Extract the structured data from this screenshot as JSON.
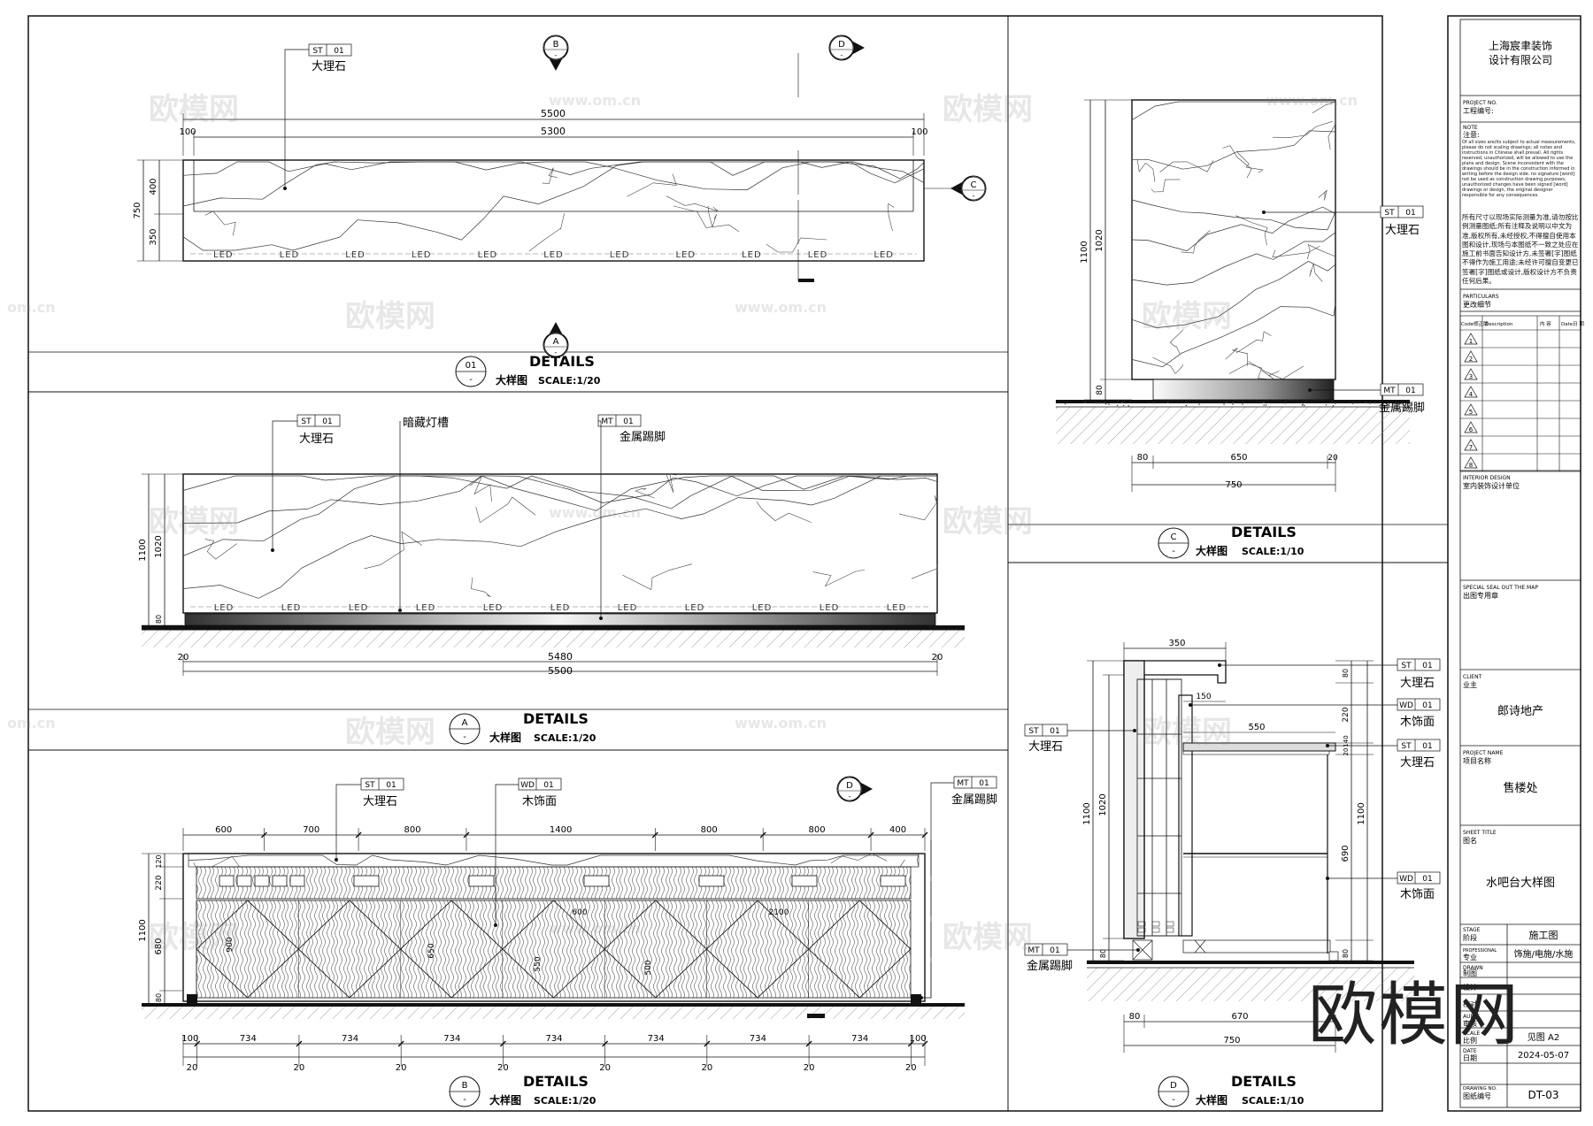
{
  "company": {
    "line1": "上海宸聿装饰",
    "line2": "设计有限公司"
  },
  "titleblock": {
    "project_no_en": "PROJECT NO.",
    "project_no_zh": "工程编号:",
    "note_en": "NOTE",
    "note_zh": "注意:",
    "note_body_en": "Of all sizes are/its subject to actual measurements, please do not scaling drawings; all notes and instructions in Chinese shall prevail. All rights reserved, unauthorized, will be allowed to use the plans and design. Scene inconsistent with the drawings should be in the construction informed in writing before the design side. no signature [word] not be used as construction drawing purposes; unauthorized changes have been signed [word] drawings or design, the original designer responsible for any consequences.",
    "note_body_zh": "所有尺寸以现场实际测量为准,请勿按比例测量图纸;所有注释及说明以中文为准,版权所有,未经授权,不得擅自使用本图和设计,现场与本图纸不一致之处应在施工前书面告知设计方,未签署[字]图纸不得作为施工用途;未经许可擅自变更已签署[字]图纸或设计,版权设计方不负责任何后果。",
    "particulars_en": "PARTICULARS",
    "particulars_zh": "更改细节",
    "rev_headers": [
      "Code修正版",
      "Description",
      "内 容",
      "Date日 期"
    ],
    "revs": [
      "1",
      "2",
      "3",
      "4",
      "5",
      "6",
      "7",
      "8"
    ],
    "interior_en": "INTERIOR DESIGN",
    "interior_zh": "室内装饰设计单位",
    "seal_en": "SPECIAL SEAL OUT THE MAP",
    "seal_zh": "出图专用章",
    "client_en": "CLIENT",
    "client_zh": "业主",
    "client_val": "郎诗地产",
    "project_en": "PROJECT NAME",
    "project_zh": "项目名称",
    "project_val": "售楼处",
    "sheet_en": "SHEET TITLE",
    "sheet_zh": "图名",
    "sheet_val": "水吧台大样图",
    "stage_en": "STAGE",
    "stage_zh": "阶段",
    "stage_val": "施工图",
    "prof_en": "PROFESSIONAL",
    "prof_zh": "专业",
    "prof_val": "饰施/电施/水施",
    "drawn_en": "DRAWN",
    "drawn_zh": "制图",
    "design_zh": "设计",
    "check_zh": "校对",
    "audit_en": "AUDIT",
    "audit_zh": "审核",
    "scale_en": "SCALE",
    "scale_zh": "比例",
    "scale_val": "见图 A2",
    "date_en": "DATE",
    "date_zh": "日期",
    "date_val": "2024-05-07",
    "dwgno_en": "DRAWING NO.",
    "dwgno_zh": "图纸编号",
    "dwgno_val": "DT-03"
  },
  "materials": {
    "st": "ST",
    "mt": "MT",
    "wd": "WD",
    "idx": "01",
    "marble": "大理石",
    "metal_kick": "金属踢脚",
    "wood": "木饰面",
    "hidden_light": "暗藏灯槽"
  },
  "led": "LED",
  "details": [
    {
      "id": "01",
      "title": "DETAILS",
      "sub": "大样图",
      "scale": "SCALE:1/20"
    },
    {
      "id": "A",
      "title": "DETAILS",
      "sub": "大样图",
      "scale": "SCALE:1/20"
    },
    {
      "id": "B",
      "title": "DETAILS",
      "sub": "大样图",
      "scale": "SCALE:1/20"
    },
    {
      "id": "C",
      "title": "DETAILS",
      "sub": "大样图",
      "scale": "SCALE:1/10"
    },
    {
      "id": "D",
      "title": "DETAILS",
      "sub": "大样图",
      "scale": "SCALE:1/10"
    }
  ],
  "sections": {
    "a": "A",
    "b": "B",
    "c": "C",
    "d": "D",
    "dash": "-"
  },
  "dims": {
    "p01": {
      "top": "5500",
      "mid": "5300",
      "left": "100",
      "right": "100",
      "h_total": "750",
      "h1": "400",
      "h2": "350"
    },
    "pA": {
      "h_total": "1100",
      "h1": "1020",
      "h2": "80",
      "w1": "5480",
      "w2": "5500",
      "e1": "20",
      "e2": "20"
    },
    "pB": {
      "top": [
        "600",
        "700",
        "800",
        "1400",
        "800",
        "800",
        "400"
      ],
      "bottom": [
        "100",
        "734",
        "734",
        "734",
        "734",
        "734",
        "734",
        "734",
        "100"
      ],
      "bottom_small": [
        "20",
        "20",
        "20",
        "20",
        "20",
        "20",
        "20",
        "20"
      ],
      "h_total": "1100",
      "h1": "220",
      "h2": "680",
      "h3": "80",
      "h4": "120",
      "inner": [
        "900",
        "650",
        "550",
        "500"
      ],
      "inner_w": [
        "600",
        "2100"
      ]
    },
    "pC": {
      "h_total": "1100",
      "h1": "1020",
      "h2": "80",
      "w1": "80",
      "w2": "650",
      "w3": "20",
      "w_total": "750"
    },
    "pD": {
      "top": "350",
      "w150": "150",
      "w550": "550",
      "h_total": "1100",
      "h1020": "1020",
      "h80": "80",
      "h220": "220",
      "h20": "20",
      "h140": "140",
      "h1100r": "1100",
      "h690": "690",
      "h80b": "80",
      "w80": "80",
      "w670": "670",
      "w_total": "750"
    }
  },
  "watermarks": {
    "brand": "欧模网",
    "url": "www.om.cn",
    "frag": "om.cn"
  }
}
